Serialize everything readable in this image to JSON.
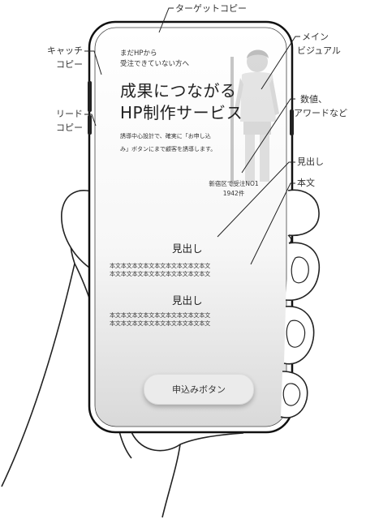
{
  "annotations": {
    "target_copy": "ターゲットコピー",
    "catch_copy": [
      "キャッチ",
      "コピー"
    ],
    "main_visual": [
      "メイン",
      "ビジュアル"
    ],
    "lead_copy": [
      "リード",
      "コピー"
    ],
    "numbers_awards": [
      "数値、",
      "アワードなど"
    ],
    "heading": "見出し",
    "body_text": "本文"
  },
  "phone": {
    "target_text": [
      "まだHPから",
      "受注できていない方へ"
    ],
    "catch_copy": [
      "成果につながる",
      "HP制作サービス"
    ],
    "lead_text": [
      "誘導中心設計で、確実に「お申し込",
      "み」ボタンにまで顧客を誘導します。"
    ],
    "award_text": [
      "新宿区で受注NO1",
      "1942件"
    ],
    "sections": [
      {
        "heading": "見出し",
        "body": [
          "本文本文本文本文本文本文本文本文本文",
          "本文本文本文本文本文本文本文本文本文"
        ]
      },
      {
        "heading": "見出し",
        "body": [
          "本文本文本文本文本文本文本文本文本文",
          "本文本文本文本文本文本文本文本文本文"
        ]
      }
    ],
    "cta_label": "申込みボタン"
  }
}
